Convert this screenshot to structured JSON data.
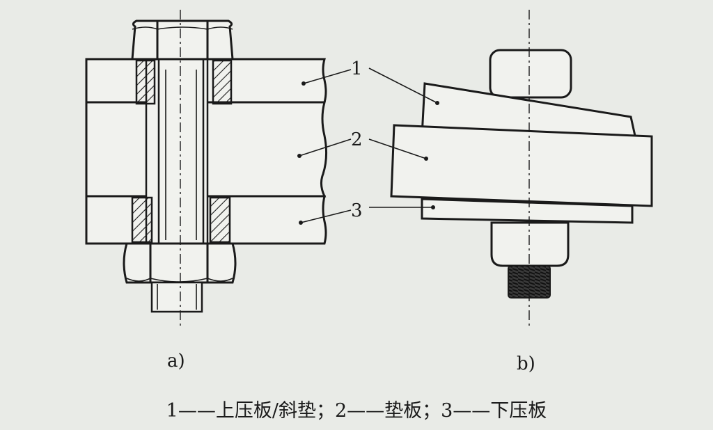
{
  "figure": {
    "part_numbers": [
      "1",
      "2",
      "3"
    ],
    "panel_labels": [
      "a)",
      "b)"
    ],
    "caption": "1——上压板/斜垫；2——垫板；3——下压板"
  },
  "colors": {
    "background": "#e9ebe7",
    "ink": "#1a1a1a",
    "hatch": "#1a1a1a"
  }
}
